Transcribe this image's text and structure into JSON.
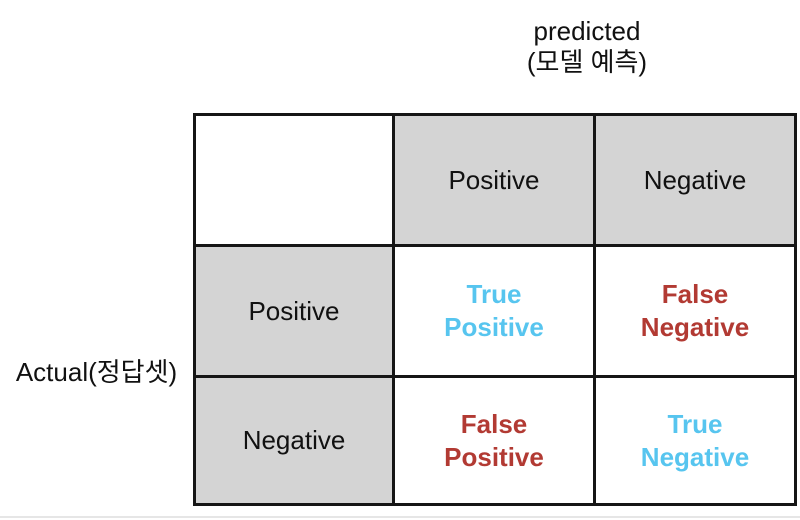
{
  "predicted_axis": {
    "line1": "predicted",
    "line2": "(모델 예측)"
  },
  "actual_axis_label": "Actual(정답셋)",
  "matrix": {
    "col_headers": [
      "Positive",
      "Negative"
    ],
    "row_headers": [
      "Positive",
      "Negative"
    ],
    "cells": [
      [
        {
          "line1": "True",
          "line2": "Positive",
          "kind": "true"
        },
        {
          "line1": "False",
          "line2": "Negative",
          "kind": "false"
        }
      ],
      [
        {
          "line1": "False",
          "line2": "Positive",
          "kind": "false"
        },
        {
          "line1": "True",
          "line2": "Negative",
          "kind": "true"
        }
      ]
    ]
  },
  "colors": {
    "true_text": "#57c5ef",
    "false_text": "#b23a33",
    "header_bg": "#d4d4d4",
    "border": "#161616",
    "background": "#ffffff",
    "bottom_rule": "#e6e6e6"
  }
}
